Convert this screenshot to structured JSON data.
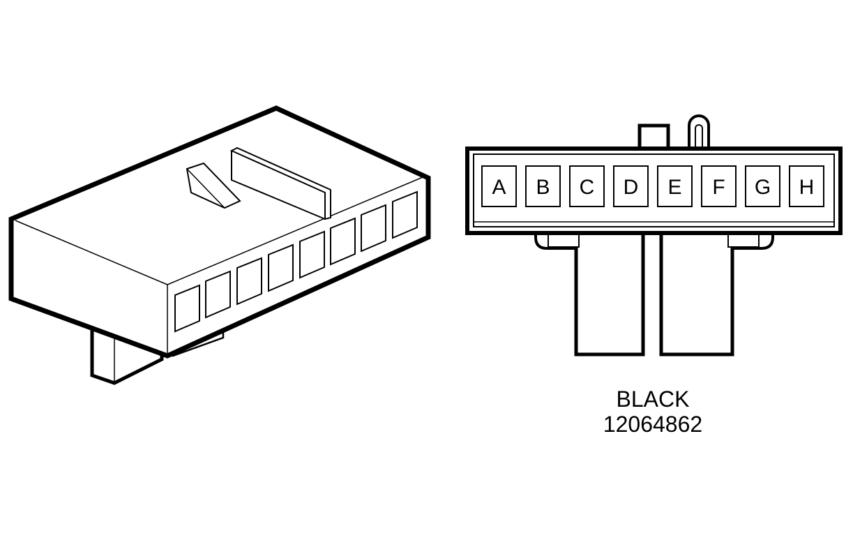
{
  "connector": {
    "color_label": "BLACK",
    "part_number": "12064862",
    "pins": [
      "A",
      "B",
      "C",
      "D",
      "E",
      "F",
      "G",
      "H"
    ]
  },
  "colors": {
    "line": "#000000",
    "fill": "#ffffff"
  }
}
